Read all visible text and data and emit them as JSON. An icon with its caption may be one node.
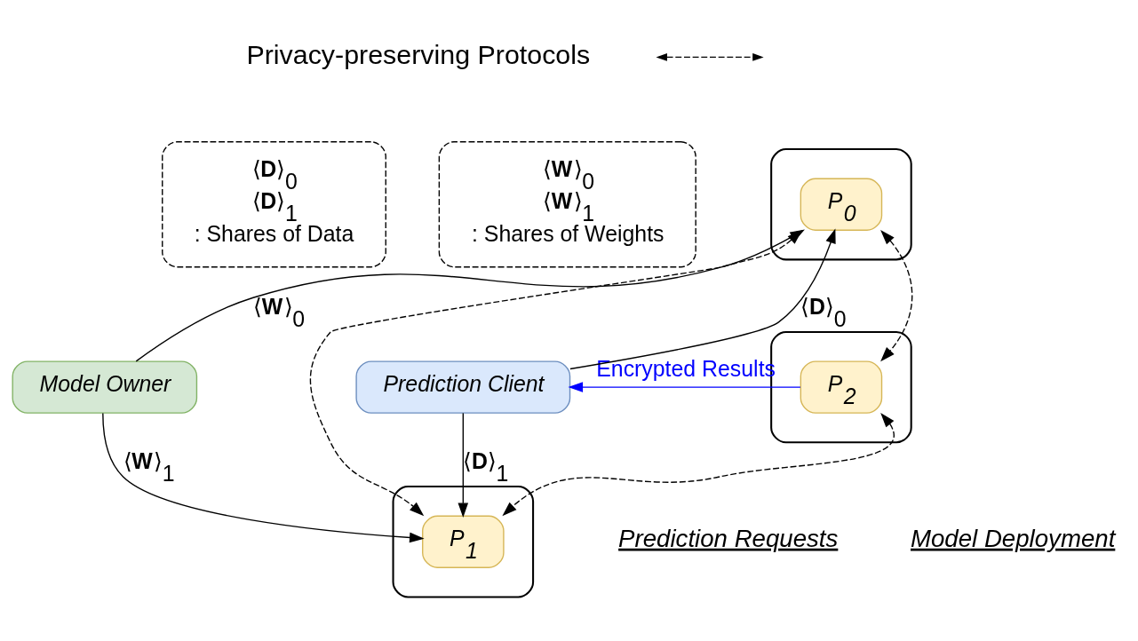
{
  "diagram": {
    "nodes": [
      {
        "text": [
          "Model Owner"
        ]
      },
      {
        "text": [],
        "shape": "cloud"
      },
      {
        "text": [
          "P$_{0}$"
        ],
        "in": 1
      },
      {
        "text": [],
        "shape": "cloud"
      },
      {
        "text": [
          "P$_{2}$"
        ],
        "in": 3
      },
      {
        "text": [],
        "shape": "cloud"
      },
      {
        "text": [
          "P$_{1}$"
        ],
        "in": 5
      },
      {
        "text": [
          "Prediction Client"
        ]
      },
      {
        "text": [
          "⟨**W**⟩$_{0}$",
          "⟨**W**⟩$_{1}$",
          ": Shares of Weights"
        ]
      },
      {
        "text": [
          "⟨**D**⟩$_{0}$",
          "⟨**D**⟩$_{1}$",
          ": Shares of Data"
        ]
      }
    ],
    "edges": [
      {
        "from": 0,
        "to": 2,
        "arrow": "to",
        "label": "⟨**W**⟩$_{0}$"
      },
      {
        "from": 0,
        "to": 6,
        "arrow": "to",
        "label": "⟨**W**⟩$_{1}$"
      },
      {
        "from": 7,
        "to": 2,
        "arrow": "to",
        "label": "⟨**D**⟩$_{0}$"
      },
      {
        "from": 7,
        "to": 6,
        "arrow": "to",
        "label": "⟨**D**⟩$_{1}$"
      },
      {
        "from": 2,
        "to": 6,
        "arrow": "both",
        "style": "dashed"
      },
      {
        "from": 2,
        "to": 4,
        "arrow": "both",
        "style": "dashed"
      },
      {
        "from": 4,
        "to": 6,
        "arrow": "both",
        "style": "dashed"
      },
      {
        "from": 4,
        "to": 7,
        "arrow": "to",
        "label": "Encrypted Results",
        "color": "#0000ff"
      }
    ],
    "labels": [
      "Model Deployment",
      "Prediction Requests"
    ],
    "legend": [
      {
        "text": "Privacy-preserving Protocols"
      }
    ]
  }
}
